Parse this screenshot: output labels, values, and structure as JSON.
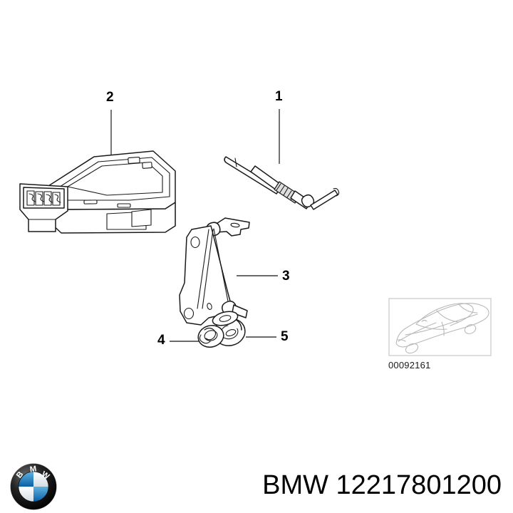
{
  "document": {
    "type": "parts-diagram",
    "background_color": "#ffffff",
    "line_color": "#1a1a1a",
    "shade_color": "#d9d9d9"
  },
  "callouts": [
    {
      "id": "1",
      "label": "1",
      "part": "glow-plug"
    },
    {
      "id": "2",
      "label": "2",
      "part": "glow-control-unit"
    },
    {
      "id": "3",
      "label": "3",
      "part": "mounting-bracket"
    },
    {
      "id": "4",
      "label": "4",
      "part": "nut"
    },
    {
      "id": "5",
      "label": "5",
      "part": "bolt-washer"
    }
  ],
  "inset": {
    "caption": "00092161",
    "image_name": "car-line-drawing",
    "border_color": "#c8c8c8"
  },
  "footer": {
    "logo_name": "bmw-roundel-logo",
    "logo_text": "BMW",
    "part_text": "BMW 12217801200",
    "brand": "BMW",
    "part_number": "12217801200"
  }
}
